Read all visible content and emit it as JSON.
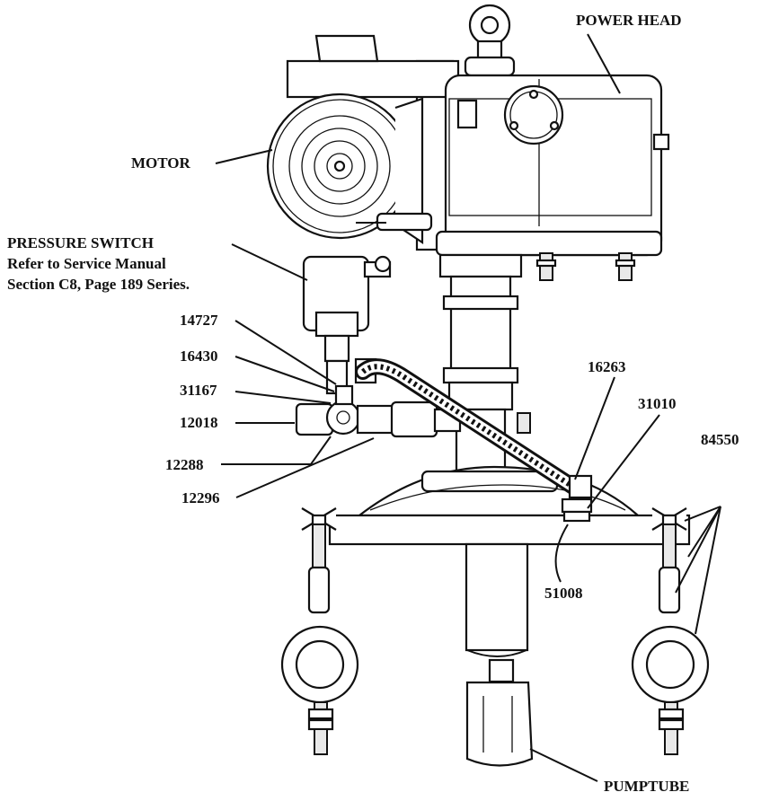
{
  "labels": {
    "power_head": "POWER HEAD",
    "motor": "MOTOR",
    "pressure_switch": "PRESSURE SWITCH",
    "pressure_switch_note_1": "Refer to Service Manual",
    "pressure_switch_note_2": "Section C8, Page 189 Series.",
    "p14727": "14727",
    "p16430": "16430",
    "p31167": "31167",
    "p12018": "12018",
    "p12288": "12288",
    "p12296": "12296",
    "p16263": "16263",
    "p31010": "31010",
    "p84550": "84550",
    "p51008": "51008",
    "pumptube": "PUMPTUBE"
  }
}
